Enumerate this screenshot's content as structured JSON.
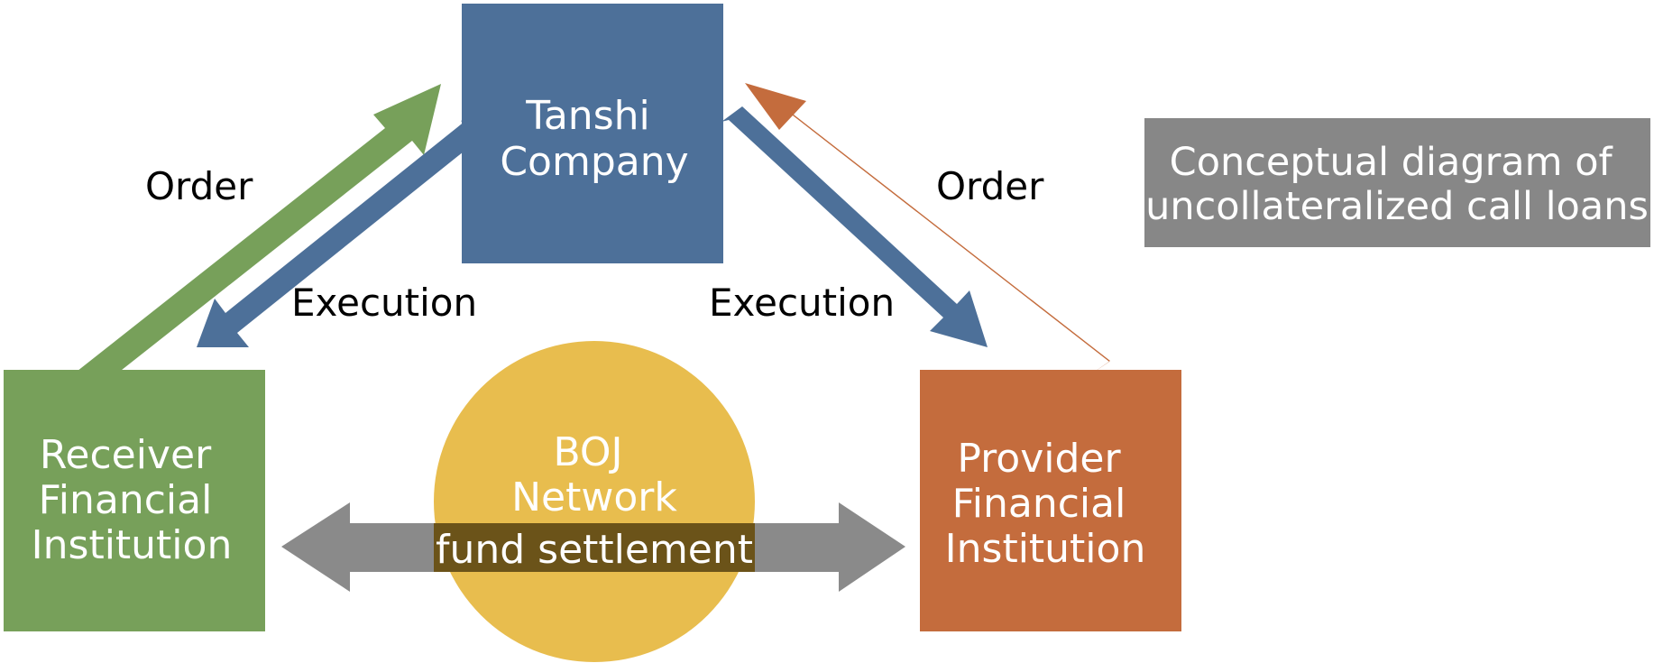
{
  "nodes": {
    "tanshi": {
      "line1": "Tanshi",
      "line2": "Company",
      "color": "#4d7099"
    },
    "receiver": {
      "line1": "Receiver",
      "line2": "Financial",
      "line3": "Institution",
      "color": "#77a05a"
    },
    "provider": {
      "line1": "Provider",
      "line2": "Financial",
      "line3": "Institution",
      "color": "#c46c3d"
    },
    "boj": {
      "line1": "BOJ",
      "line2": "Network",
      "color": "#e8bd4e"
    }
  },
  "edges": {
    "order_left": "Order",
    "execution_left": "Execution",
    "order_right": "Order",
    "execution_right": "Execution",
    "settlement": "fund settlement"
  },
  "colors": {
    "order_left_arrow": "#77a05a",
    "execution_arrow": "#4d7099",
    "order_right_arrow": "#c46c3d",
    "settlement_arrow": "#8a8a8a",
    "settlement_band": "#6b5319",
    "caption_bg": "#878787"
  },
  "caption": {
    "line1": "Conceptual diagram of",
    "line2": "uncollateralized call loans"
  }
}
